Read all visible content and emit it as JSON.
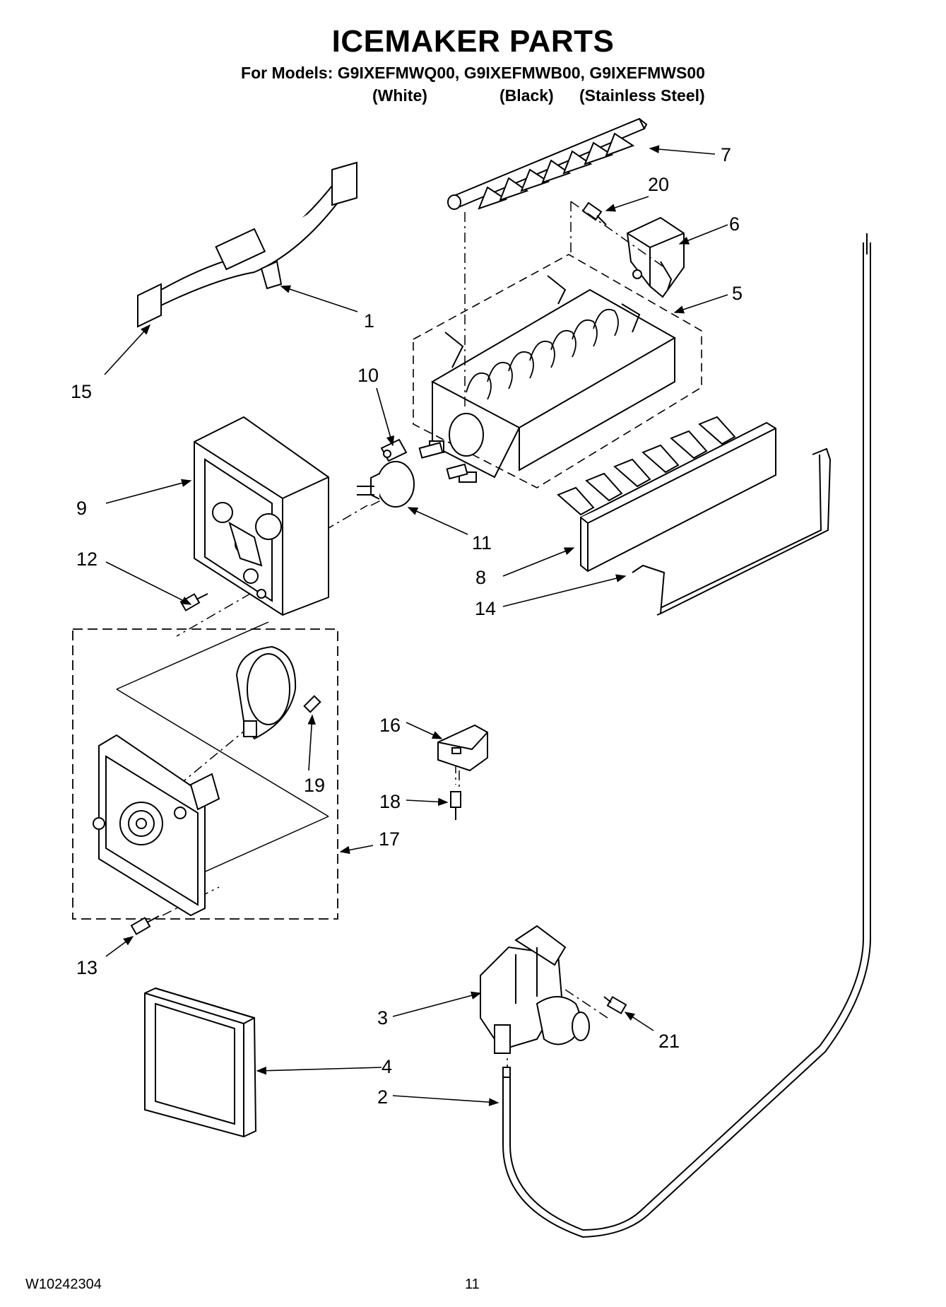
{
  "header": {
    "title": "ICEMAKER PARTS",
    "models_line": "For Models: G9IXEFMWQ00, G9IXEFMWB00, G9IXEFMWS00",
    "variants": [
      "(White)",
      "(Black)",
      "(Stainless Steel)"
    ]
  },
  "callouts": [
    "1",
    "2",
    "3",
    "4",
    "5",
    "6",
    "7",
    "8",
    "9",
    "10",
    "11",
    "12",
    "13",
    "14",
    "15",
    "16",
    "17",
    "18",
    "19",
    "20",
    "21"
  ],
  "footer": {
    "doc_number": "W10242304",
    "page_number": "11"
  }
}
